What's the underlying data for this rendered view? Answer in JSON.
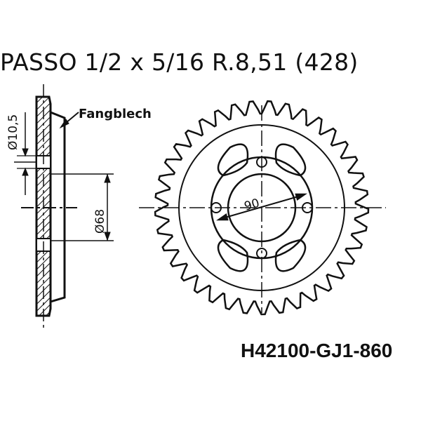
{
  "header": {
    "title": "PASSO 1/2 x 5/16 R.8,51 (428)"
  },
  "part_number": "H42100-GJ1-860",
  "side_view": {
    "callout": "Fangblech",
    "bolt_hole_dim": "Ø10,5",
    "bore_dim": "Ø68"
  },
  "front_view": {
    "bolt_circle_dim": "90",
    "teeth": 37,
    "bolt_holes": 4
  },
  "colors": {
    "ink": "#111111",
    "paper": "#ffffff"
  }
}
